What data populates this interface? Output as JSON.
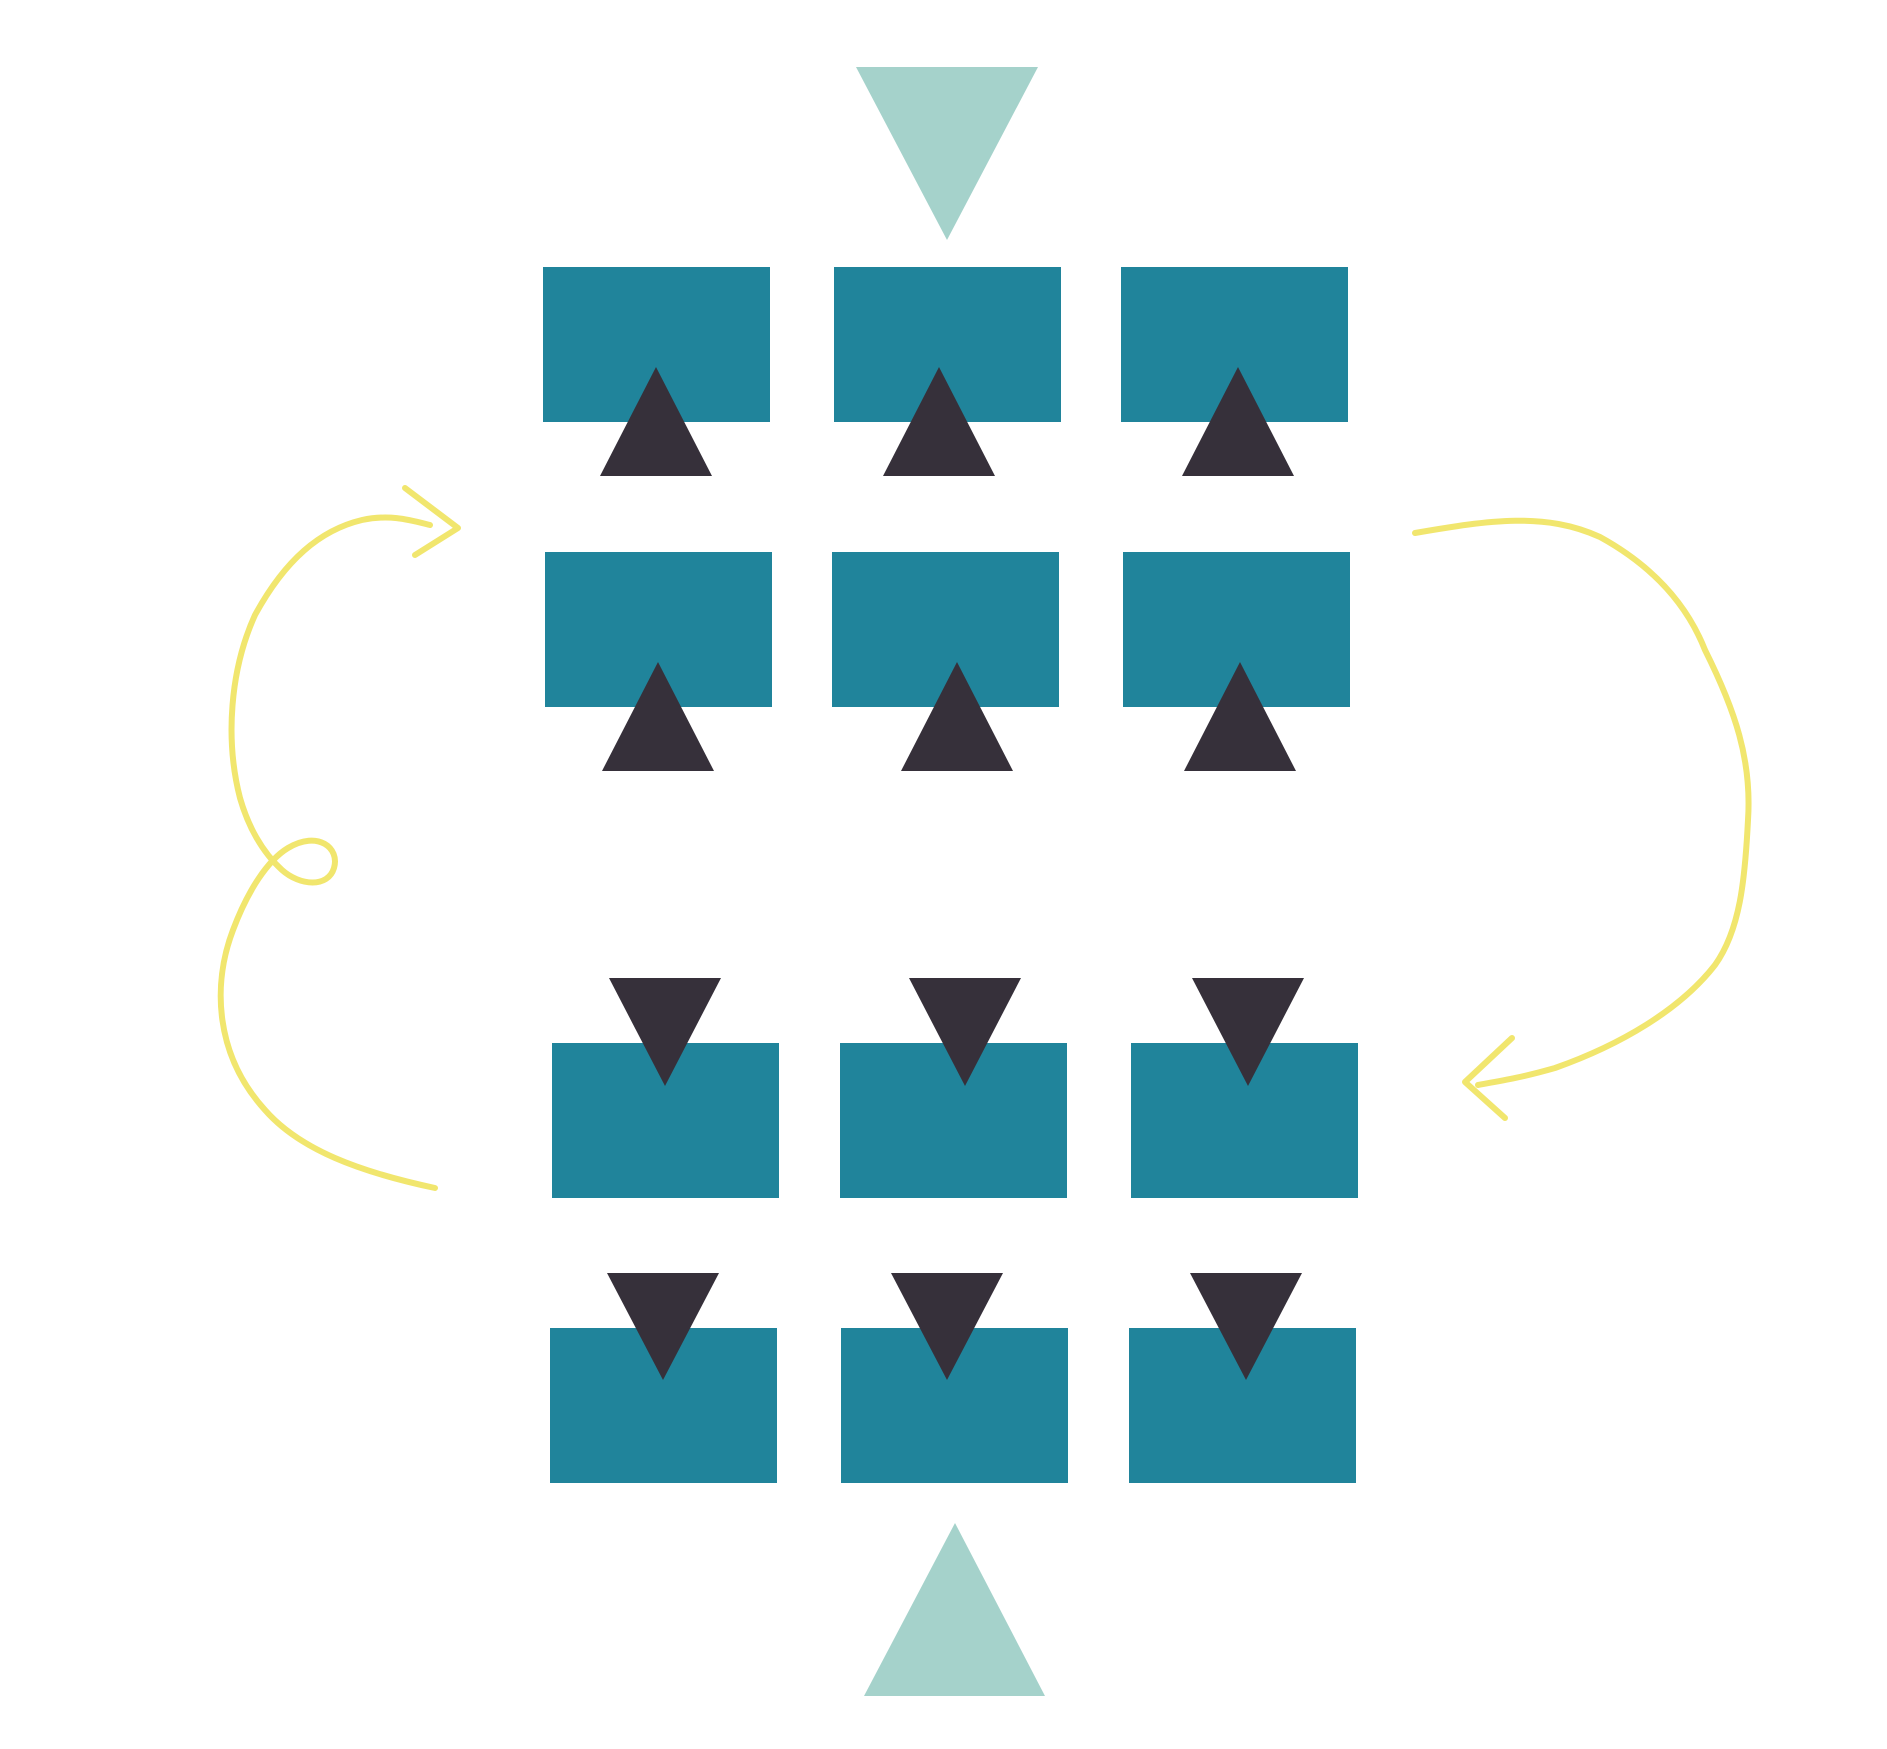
{
  "colors": {
    "background": "#ffffff",
    "block": "#20849b",
    "marker_dark": "#36303a",
    "marker_light": "#a5d2cb",
    "arrow": "#f1e66e"
  },
  "blocks": {
    "upper_group": {
      "rows": 2,
      "columns": 3,
      "marker": "dark-triangle-pointing-up"
    },
    "lower_group": {
      "rows": 2,
      "columns": 3,
      "marker": "dark-triangle-pointing-down"
    }
  },
  "light_markers": {
    "top": "light-triangle-pointing-down",
    "bottom": "light-triangle-pointing-up"
  },
  "curved_arrows": {
    "left": "hand-drawn-arrow-looped-pointing-up",
    "right": "hand-drawn-arrow-pointing-down"
  }
}
